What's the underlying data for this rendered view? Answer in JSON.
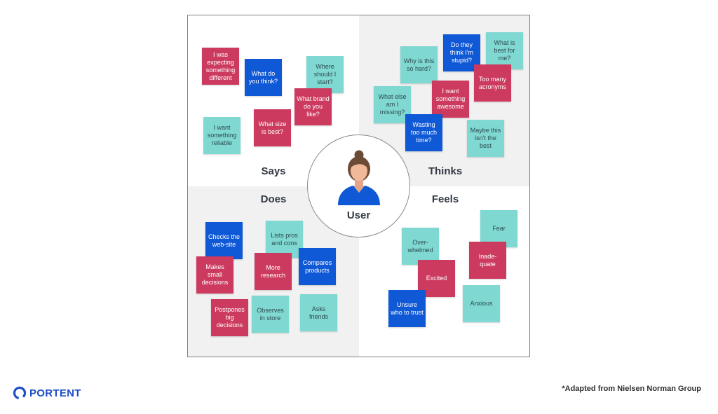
{
  "center_label": "User",
  "quadrants": {
    "says": "Says",
    "thinks": "Thinks",
    "does": "Does",
    "feels": "Feels"
  },
  "colors": {
    "red": "#cc3a5f",
    "blue": "#0f58d6",
    "teal": "#7fd8d2",
    "grey_quadrant": "#f1f1f1",
    "brand": "#1f4dc7"
  },
  "notes": {
    "says": [
      {
        "text": "I was expecting something different",
        "color": "red"
      },
      {
        "text": "What do you think?",
        "color": "blue"
      },
      {
        "text": "Where should I start?",
        "color": "teal"
      },
      {
        "text": "What brand do you like?",
        "color": "red"
      },
      {
        "text": "I want something reliable",
        "color": "teal"
      },
      {
        "text": "What size is best?",
        "color": "red"
      }
    ],
    "thinks": [
      {
        "text": "Why is this so hard?",
        "color": "teal"
      },
      {
        "text": "Do they think I'm stupid?",
        "color": "blue"
      },
      {
        "text": "What is best for me?",
        "color": "teal"
      },
      {
        "text": "Too many acronyms",
        "color": "red"
      },
      {
        "text": "What else am I missing?",
        "color": "teal"
      },
      {
        "text": "I want something awesome",
        "color": "red"
      },
      {
        "text": "Wasting too much time?",
        "color": "blue"
      },
      {
        "text": "Maybe this isn't the best",
        "color": "teal"
      }
    ],
    "does": [
      {
        "text": "Checks the web-site",
        "color": "blue"
      },
      {
        "text": "Lists pros and cons",
        "color": "teal"
      },
      {
        "text": "Compares products",
        "color": "blue"
      },
      {
        "text": "Makes small decisions",
        "color": "red"
      },
      {
        "text": "More research",
        "color": "red"
      },
      {
        "text": "Postpones big decisions",
        "color": "red"
      },
      {
        "text": "Observes in store",
        "color": "teal"
      },
      {
        "text": "Asks friends",
        "color": "teal"
      }
    ],
    "feels": [
      {
        "text": "Fear",
        "color": "teal"
      },
      {
        "text": "Over-whelmed",
        "color": "teal"
      },
      {
        "text": "Inade-quate",
        "color": "red"
      },
      {
        "text": "Excited",
        "color": "red"
      },
      {
        "text": "Unsure who to trust",
        "color": "blue"
      },
      {
        "text": "Anxious",
        "color": "teal"
      }
    ]
  },
  "brand_logo": "PORTENT",
  "footnote": "*Adapted from Nielsen Norman Group"
}
